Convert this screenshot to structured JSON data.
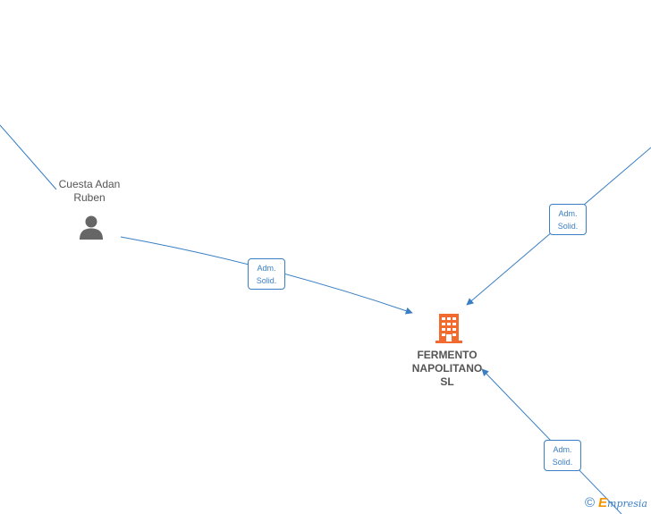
{
  "nodes": {
    "person": {
      "name": "Cuesta Adan\nRuben",
      "line1": "Cuesta Adan",
      "line2": "Ruben",
      "icon": "person-icon"
    },
    "company": {
      "line1": "FERMENTO",
      "line2": "NAPOLITANO",
      "line3": "SL",
      "icon": "building-icon"
    }
  },
  "edges": [
    {
      "from": "person",
      "to": "company",
      "label_line1": "Adm.",
      "label_line2": "Solid."
    },
    {
      "from": "off-screen-top-right",
      "to": "company",
      "label_line1": "Adm.",
      "label_line2": "Solid."
    },
    {
      "from": "off-screen-bottom-right",
      "to": "company",
      "label_line1": "Adm.",
      "label_line2": "Solid."
    }
  ],
  "colors": {
    "edge": "#3a7fc4",
    "company_icon": "#f26a2e",
    "person_icon": "#666666",
    "brand_orange": "#f39200"
  },
  "footer": {
    "copyright": "©",
    "brand_initial": "E",
    "brand_rest": "mpresia"
  }
}
